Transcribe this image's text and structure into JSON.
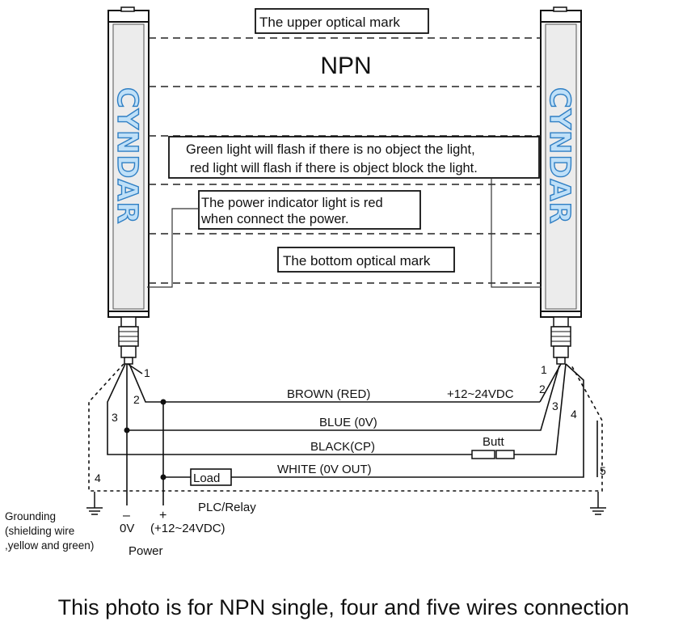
{
  "title": "NPN",
  "brand": "CYNDAR",
  "labels": {
    "upper_mark": "The upper optical mark",
    "flash_line1": "Green light will flash if there is no object the light,",
    "flash_line2": "red light will flash if there is object block the light.",
    "power_line1": "The power indicator light is red",
    "power_line2": "when connect the power.",
    "bottom_mark": "The bottom optical mark"
  },
  "wires": {
    "brown": "BROWN  (RED)",
    "blue": "BLUE (0V)",
    "black": "BLACK(CP)",
    "white": "WHITE (0V  OUT)",
    "supply": "+12~24VDC",
    "butt": "Butt",
    "load": "Load",
    "plc": "PLC/Relay"
  },
  "pins": {
    "left": [
      "1",
      "2",
      "3",
      "4"
    ],
    "right": [
      "1",
      "2",
      "3",
      "4",
      "5"
    ]
  },
  "power": {
    "minus_sign": "–",
    "plus_sign": "+",
    "zero_v": "0V",
    "supply": "(+12~24VDC)",
    "label": "Power"
  },
  "grounding": {
    "line1": "Grounding",
    "line2": "(shielding wire",
    "line3": ",yellow and green)"
  },
  "caption": "This photo is for NPN single, four and five wires connection"
}
